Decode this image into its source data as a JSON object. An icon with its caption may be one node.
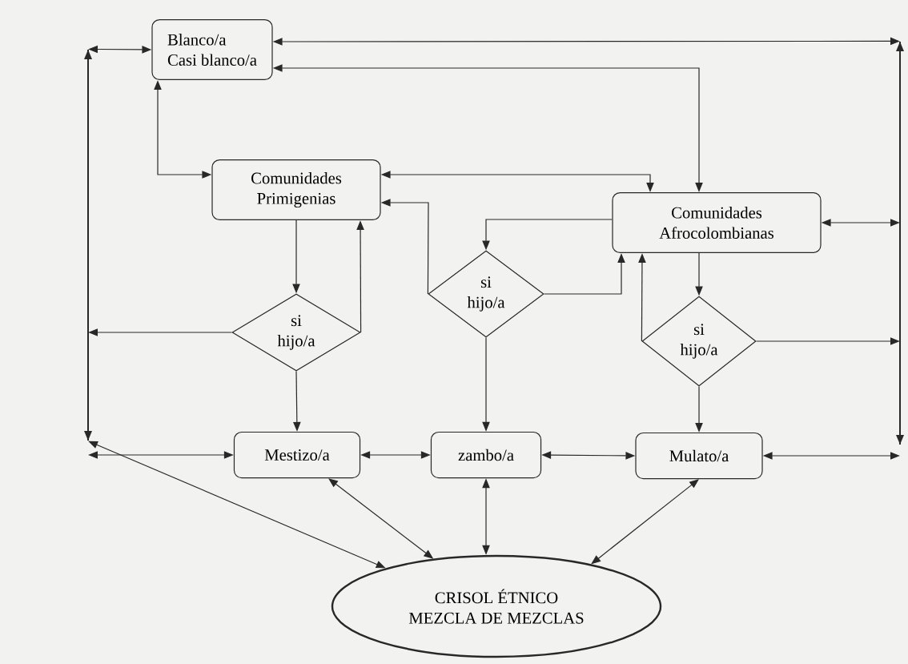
{
  "diagram": {
    "nodes": [
      {
        "text": [
          "Blanco/a",
          "Casi blanco/a"
        ]
      },
      {
        "text": [
          "Comunidades Primigenias"
        ]
      },
      {
        "text": [
          "Comunidades Afrocolombianas"
        ]
      },
      {
        "text": [
          "si hijo/a"
        ]
      },
      {
        "text": [
          "si hijo/a"
        ]
      },
      {
        "text": [
          "si hijo/a"
        ]
      },
      {
        "text": [
          "Mestizo/a"
        ]
      },
      {
        "text": [
          "zambo/a"
        ]
      },
      {
        "text": [
          "Mulato/a"
        ]
      },
      {
        "text": [
          "CRISOL ÉTNICO",
          "MEZCLA DE MEZCLAS"
        ]
      },
      {
        "text": [],
        "shape": "bar"
      },
      {
        "text": [],
        "shape": "bar"
      }
    ],
    "edges": [
      {
        "from": 10,
        "to": 0,
        "arrow": "both"
      },
      {
        "from": 0,
        "to": 11,
        "arrow": "both"
      },
      {
        "from": 0,
        "to": 2,
        "arrow": "both"
      },
      {
        "from": 0,
        "to": 1,
        "arrow": "both"
      },
      {
        "from": 1,
        "to": 2,
        "arrow": "both"
      },
      {
        "from": 4,
        "to": 1,
        "arrow": "to"
      },
      {
        "from": 1,
        "to": 3,
        "arrow": "to"
      },
      {
        "from": 3,
        "to": 1,
        "arrow": "to"
      },
      {
        "from": 3,
        "to": 10,
        "arrow": "to"
      },
      {
        "from": 3,
        "to": 6,
        "arrow": "to"
      },
      {
        "from": 2,
        "to": 4,
        "arrow": "to"
      },
      {
        "from": 4,
        "to": 2,
        "arrow": "to"
      },
      {
        "from": 2,
        "to": 5,
        "arrow": "to"
      },
      {
        "from": 5,
        "to": 2,
        "arrow": "to"
      },
      {
        "from": 5,
        "to": 11,
        "arrow": "to"
      },
      {
        "from": 5,
        "to": 8,
        "arrow": "to"
      },
      {
        "from": 4,
        "to": 7,
        "arrow": "to"
      },
      {
        "from": 2,
        "to": 11,
        "arrow": "both"
      },
      {
        "from": 8,
        "to": 11,
        "arrow": "both"
      },
      {
        "from": 10,
        "to": 6,
        "arrow": "both"
      },
      {
        "from": 6,
        "to": 7,
        "arrow": "both"
      },
      {
        "from": 7,
        "to": 8,
        "arrow": "both"
      },
      {
        "from": 10,
        "to": 9,
        "arrow": "both"
      },
      {
        "from": 6,
        "to": 9,
        "arrow": "both"
      },
      {
        "from": 7,
        "to": 9,
        "arrow": "both"
      },
      {
        "from": 8,
        "to": 9,
        "arrow": "both"
      }
    ]
  }
}
